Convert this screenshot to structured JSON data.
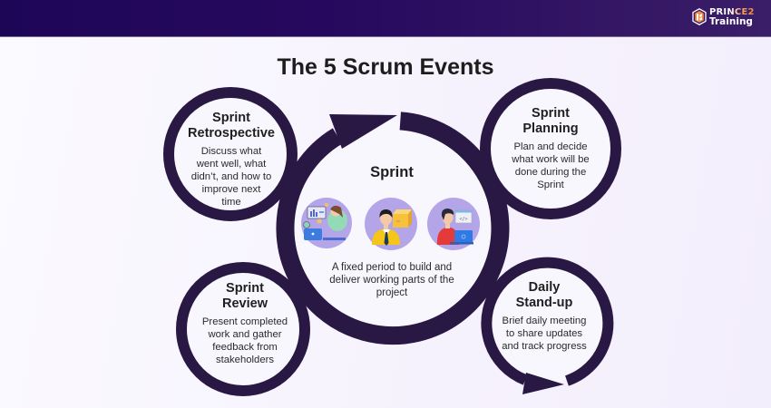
{
  "header": {
    "logo": {
      "brand_line1": "PRINCE2",
      "brand_line2": "Training",
      "icon": "prince2-shield-icon"
    },
    "colors": {
      "bar_start": "#1e0657",
      "bar_end": "#3b1e68",
      "logo_accent": "#f08a45"
    }
  },
  "diagram": {
    "title": "The 5 Scrum Events",
    "colors": {
      "ring": "#291844",
      "circle_fill": "#f9f7fe",
      "illustration_bg": "#b4a5e8"
    },
    "center_event": {
      "title": "Sprint",
      "description": "A fixed period to build and\ndeliver working parts of the\nproject",
      "illustrations": [
        {
          "name": "analyst-with-laptop-illustration"
        },
        {
          "name": "person-with-box-illustration"
        },
        {
          "name": "developer-coding-illustration"
        }
      ]
    },
    "events": [
      {
        "id": "sprint-retrospective",
        "title": "Sprint\nRetrospective",
        "description": "Discuss what\nwent well, what\ndidn’t, and how to\nimprove next\ntime"
      },
      {
        "id": "sprint-planning",
        "title": "Sprint\nPlanning",
        "description": "Plan and decide\nwhat work will be\ndone during the\nSprint"
      },
      {
        "id": "sprint-review",
        "title": "Sprint\nReview",
        "description": "Present completed\nwork and gather\nfeedback from\nstakeholders"
      },
      {
        "id": "daily-stand-up",
        "title": "Daily\nStand-up",
        "description": "Brief daily meeting\nto share updates\nand track progress"
      }
    ]
  }
}
